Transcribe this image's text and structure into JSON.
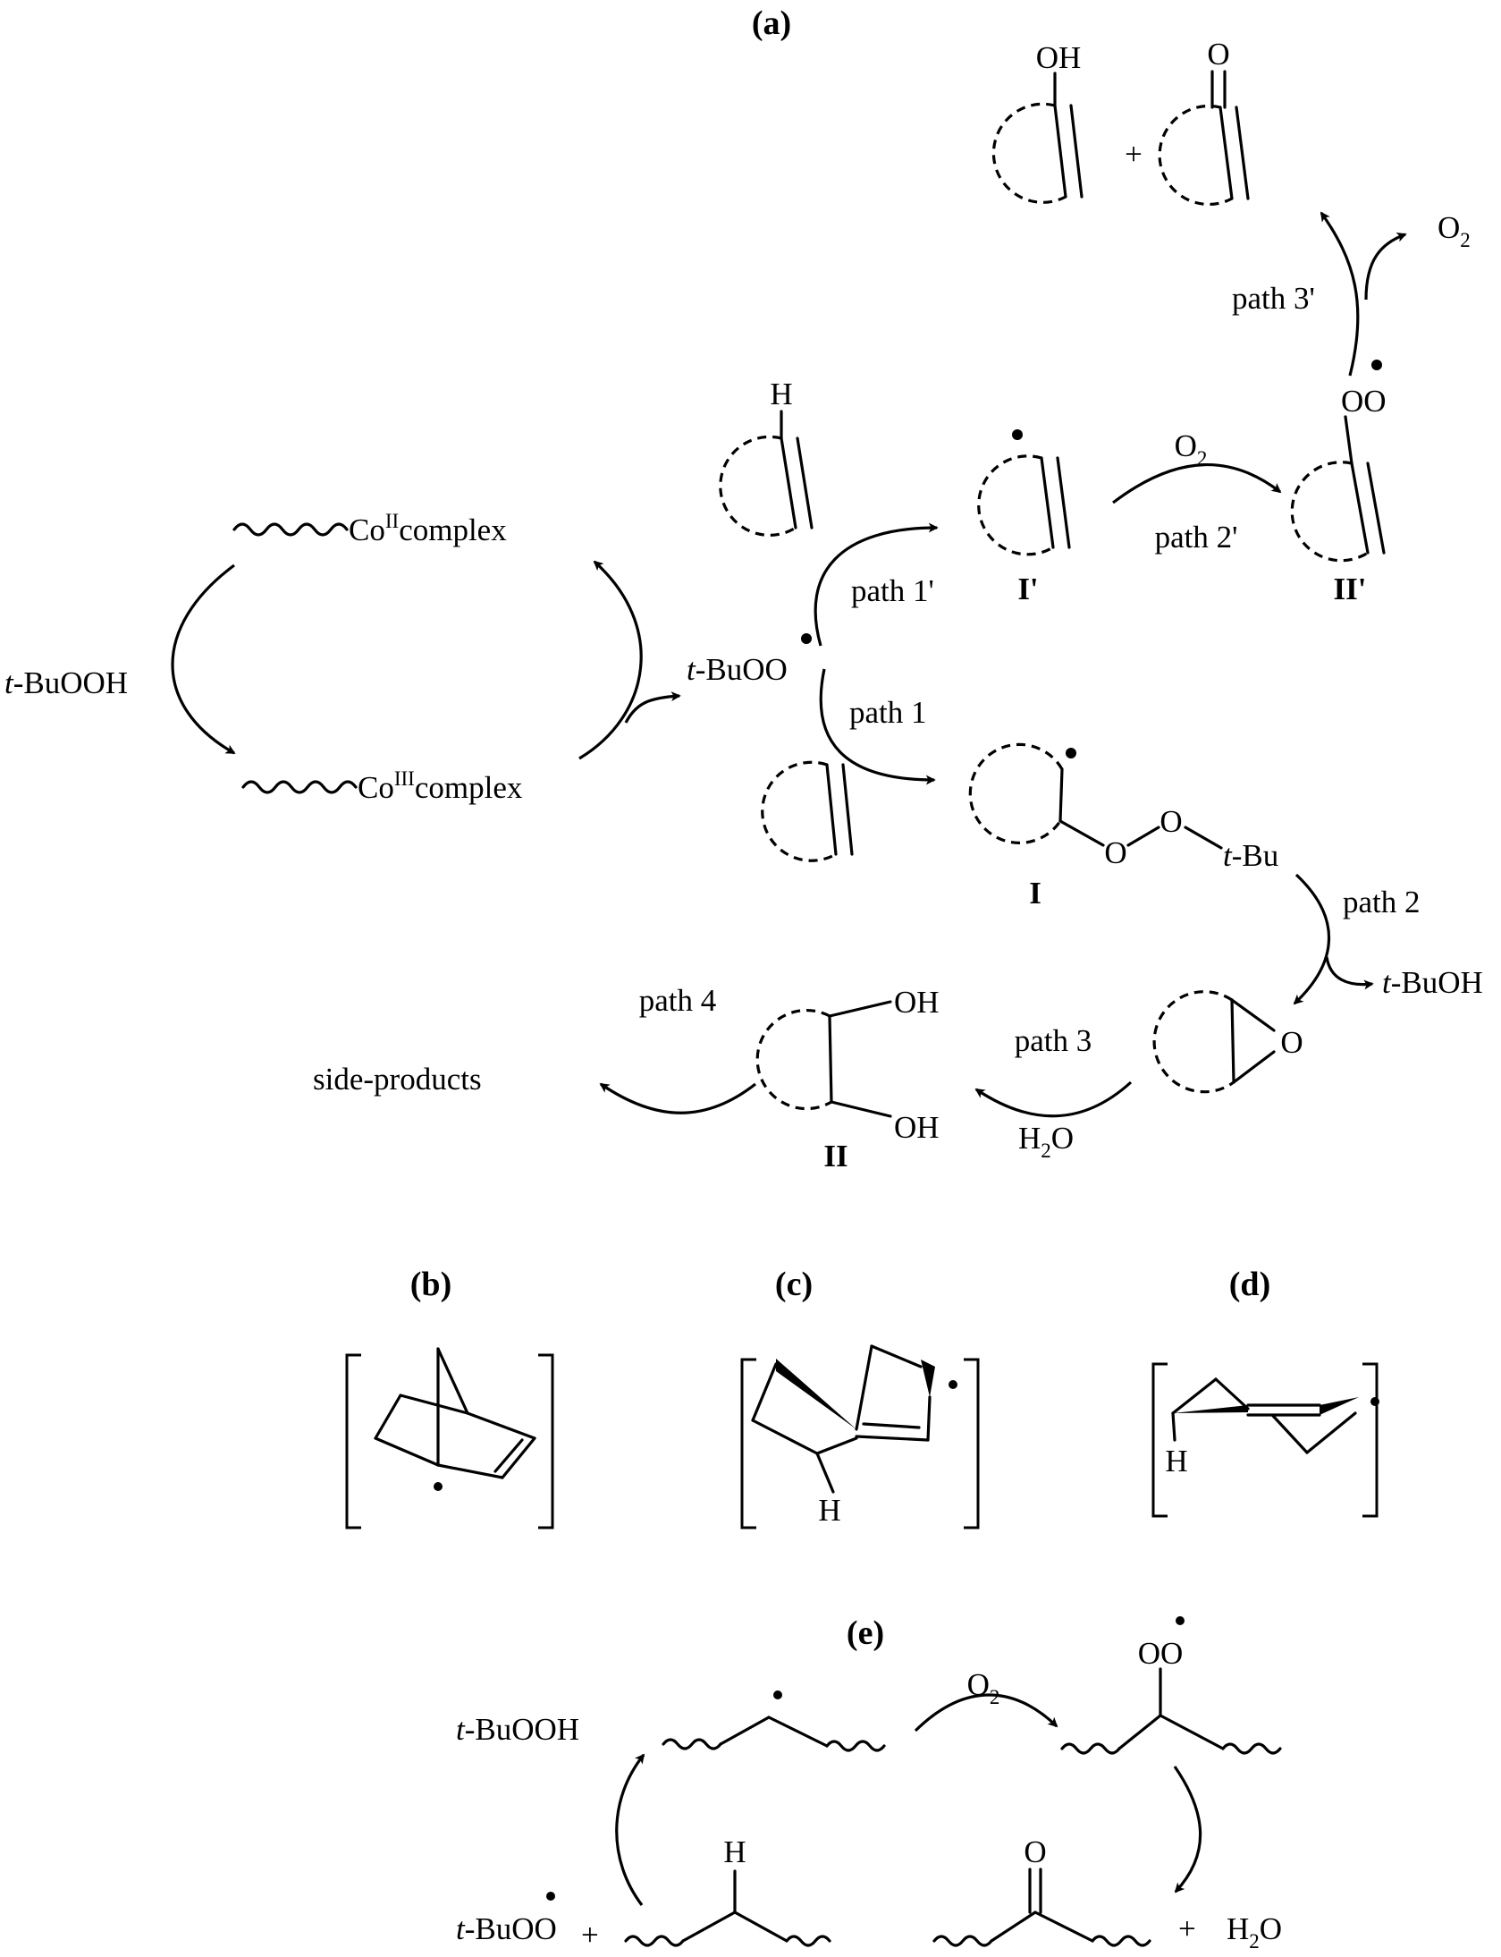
{
  "panels": {
    "a": "a",
    "b": "b",
    "c": "c",
    "d": "d",
    "e": "e"
  },
  "cycle": {
    "co2_base": "Co",
    "co2_sup": "II",
    "co2_tail": "complex",
    "co3_base": "Co",
    "co3_sup": "III",
    "co3_tail": "complex",
    "tbuooh": "-BuOOH",
    "tbuoo": "-BuOO"
  },
  "labels": {
    "t_italic": "t",
    "path1p": "path 1'",
    "path1": "path 1",
    "path2p": "path 2'",
    "path3p": "path 3'",
    "path2": "path 2",
    "path3": "path 3",
    "path4": "path 4",
    "I": "I",
    "Ip": "I'",
    "II": "II",
    "IIp": "II'",
    "side_products": "side-products",
    "oh": "OH",
    "o": "O",
    "h": "H",
    "plus": "+",
    "o2_base": "O",
    "o2_sub": "2",
    "h2o_h": "H",
    "h2o_sub": "2",
    "h2o_o": "O",
    "bu": "-Bu",
    "tbuoh": "-BuOH",
    "oo": "OO"
  },
  "panel_e": {
    "tbuooh": "-BuOOH",
    "tbuoo": "-BuOO",
    "h": "H",
    "o": "O",
    "oo": "OO",
    "plus": "+",
    "o2_base": "O",
    "o2_sub": "2",
    "h2o_h": "H",
    "h2o_sub": "2",
    "h2o_o": "O"
  }
}
